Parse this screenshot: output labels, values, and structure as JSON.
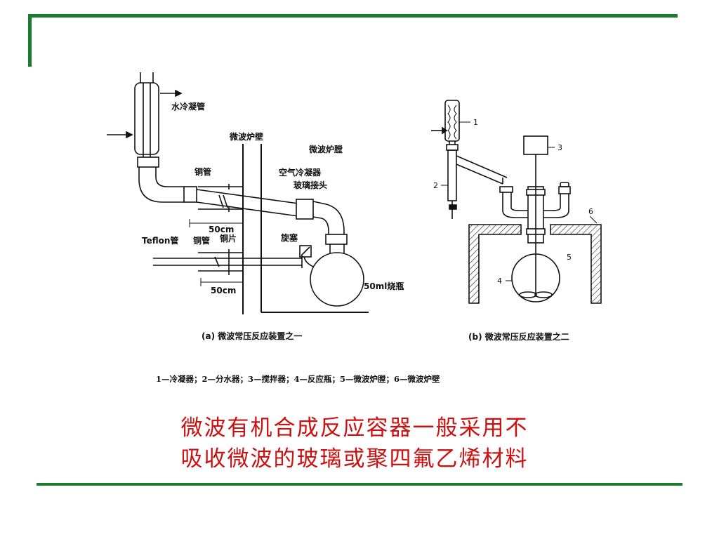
{
  "diagram_a": {
    "water_condenser": "水冷凝管",
    "oven_wall": "微波炉壁",
    "oven_cavity": "微波炉膛",
    "copper_tube": "铜管",
    "air_condenser": "空气冷凝器",
    "glass_joint": "玻璃接头",
    "dim_top": "50cm",
    "teflon_tube": "Teflon管",
    "copper_tube_2": "铜管",
    "copper_sheet": "铜片",
    "stopcock": "旋塞",
    "flask": "50ml烧瓶",
    "dim_bottom": "50cm",
    "caption": "(a) 微波常压反应装置之一"
  },
  "diagram_b": {
    "n1": "1",
    "n2": "2",
    "n3": "3",
    "n4": "4",
    "n5": "5",
    "n6": "6",
    "caption": "(b) 微波常压反应装置之二"
  },
  "legend": "1—冷凝器；2—分水器；3—搅拌器；4—反应瓶；5—微波炉膛；6—微波炉壁",
  "headline": {
    "line1": "微波有机合成反应容器一般采用不",
    "line2": "吸收微波的玻璃或聚四氟乙烯材料"
  },
  "colors": {
    "frame": "#1a7a2e",
    "headline": "#cc1111"
  }
}
